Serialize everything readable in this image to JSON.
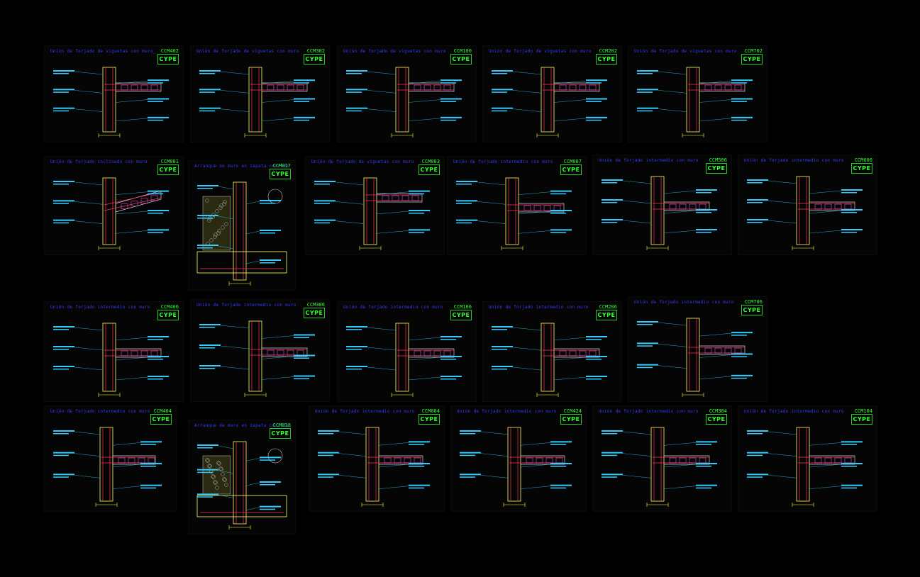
{
  "app": {
    "background": "#000000"
  },
  "colors": {
    "title": "#3a3aff",
    "code": "#33ff33",
    "wall": "#ffff66",
    "rebar": "#ff3355",
    "dim": "#ffff33",
    "annot": "#33ccff",
    "slab": "#cccccc",
    "accent": "#ff66ff"
  },
  "logo_text": "CYPE",
  "details": [
    {
      "id": "d1",
      "code": "CCM402",
      "title": "Unión de forjado de viguetas con muro",
      "type": "joist"
    },
    {
      "id": "d2",
      "code": "CCM302",
      "title": "Unión de forjado de viguetas con muro",
      "type": "joist"
    },
    {
      "id": "d3",
      "code": "CCM100",
      "title": "Unión de forjado de viguetas con muro",
      "type": "joist"
    },
    {
      "id": "d4",
      "code": "CCM202",
      "title": "Unión de forjado de viguetas con muro",
      "type": "joist"
    },
    {
      "id": "d5",
      "code": "CCM702",
      "title": "Unión de forjado de viguetas con muro",
      "type": "joist"
    },
    {
      "id": "d6",
      "code": "CCM001",
      "title": "Unión de forjado inclinado con muro",
      "type": "incline"
    },
    {
      "id": "d7",
      "code": "CCM017",
      "title": "Arranque de muro en zapata corrida",
      "type": "footing"
    },
    {
      "id": "d8",
      "code": "CCM003",
      "title": "Unión de forjado de viguetas con muro",
      "type": "joist"
    },
    {
      "id": "d9",
      "code": "CCM007",
      "title": "Unión de forjado intermedio con muro",
      "type": "mid"
    },
    {
      "id": "d10",
      "code": "CCM506",
      "title": "Unión de forjado intermedio con muro",
      "type": "mid"
    },
    {
      "id": "d11",
      "code": "CCM606",
      "title": "Unión de forjado intermedio con muro",
      "type": "mid"
    },
    {
      "id": "d12",
      "code": "CCM406",
      "title": "Unión de forjado intermedio con muro",
      "type": "mid"
    },
    {
      "id": "d13",
      "code": "CCM306",
      "title": "Unión de forjado intermedio con muro",
      "type": "mid"
    },
    {
      "id": "d14",
      "code": "CCM106",
      "title": "Unión de forjado intermedio con muro",
      "type": "mid"
    },
    {
      "id": "d15",
      "code": "CCM206",
      "title": "Unión de forjado intermedio con muro",
      "type": "mid"
    },
    {
      "id": "d16",
      "code": "CCM706",
      "title": "Unión de forjado intermedio con muro",
      "type": "mid"
    },
    {
      "id": "d17",
      "code": "CCM404",
      "title": "Unión de forjado intermedio con muro",
      "type": "mid"
    },
    {
      "id": "d18",
      "code": "CCM018",
      "title": "Arranque de muro en zapata corrida",
      "type": "footing"
    },
    {
      "id": "d19",
      "code": "CCM004",
      "title": "Unión de forjado intermedio con muro",
      "type": "mid"
    },
    {
      "id": "d20",
      "code": "CCM424",
      "title": "Unión de forjado intermedio con muro",
      "type": "mid"
    },
    {
      "id": "d21",
      "code": "CCM304",
      "title": "Unión de forjado intermedio con muro",
      "type": "mid"
    },
    {
      "id": "d22",
      "code": "CCM104",
      "title": "Unión de forjado intermedio con muro",
      "type": "mid"
    }
  ]
}
